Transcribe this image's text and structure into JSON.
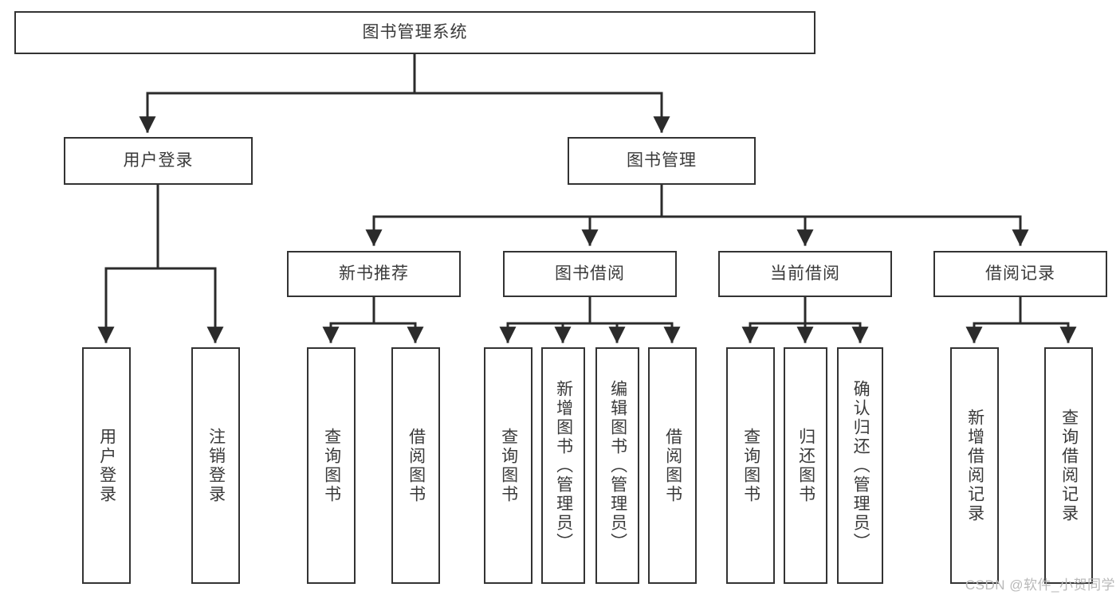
{
  "diagram": {
    "type": "tree-hierarchy",
    "title": "图书管理系统",
    "watermark": "CSDN @软件_小贺同学",
    "colors": {
      "box_border": "#333333",
      "box_fill": "#ffffff",
      "connector": "#2b2b2b",
      "text": "#3a3a3a",
      "watermark": "#b9b9b9",
      "background": "#ffffff"
    },
    "root": {
      "id": "root",
      "label": "图书管理系统",
      "orientation": "horizontal"
    },
    "level2": [
      {
        "id": "user-login",
        "label": "用户登录",
        "orientation": "horizontal"
      },
      {
        "id": "book-management",
        "label": "图书管理",
        "orientation": "horizontal"
      }
    ],
    "level3": [
      {
        "id": "new-book-recommend",
        "label": "新书推荐",
        "orientation": "horizontal",
        "parent": "book-management"
      },
      {
        "id": "book-borrow",
        "label": "图书借阅",
        "orientation": "horizontal",
        "parent": "book-management"
      },
      {
        "id": "current-borrow",
        "label": "当前借阅",
        "orientation": "horizontal",
        "parent": "book-management"
      },
      {
        "id": "borrow-records",
        "label": "借阅记录",
        "orientation": "horizontal",
        "parent": "book-management"
      }
    ],
    "leaves": [
      {
        "id": "leaf-user-login",
        "label": "用户登录",
        "parent": "user-login"
      },
      {
        "id": "leaf-logout-login",
        "label": "注销登录",
        "parent": "user-login"
      },
      {
        "id": "leaf-query-book-rec",
        "label": "查询图书",
        "parent": "new-book-recommend"
      },
      {
        "id": "leaf-borrow-book-rec",
        "label": "借阅图书",
        "parent": "new-book-recommend"
      },
      {
        "id": "leaf-query-book-borrow",
        "label": "查询图书",
        "parent": "book-borrow"
      },
      {
        "id": "leaf-add-book-admin",
        "label": "新增图书（管理员）",
        "parent": "book-borrow"
      },
      {
        "id": "leaf-edit-book-admin",
        "label": "编辑图书（管理员）",
        "parent": "book-borrow"
      },
      {
        "id": "leaf-borrow-book",
        "label": "借阅图书",
        "parent": "book-borrow"
      },
      {
        "id": "leaf-query-book-current",
        "label": "查询图书",
        "parent": "current-borrow"
      },
      {
        "id": "leaf-return-book",
        "label": "归还图书",
        "parent": "current-borrow"
      },
      {
        "id": "leaf-confirm-return-admin",
        "label": "确认归还（管理员）",
        "parent": "current-borrow"
      },
      {
        "id": "leaf-add-borrow-record",
        "label": "新增借阅记录",
        "parent": "borrow-records"
      },
      {
        "id": "leaf-query-borrow-record",
        "label": "查询借阅记录",
        "parent": "borrow-records"
      }
    ]
  }
}
